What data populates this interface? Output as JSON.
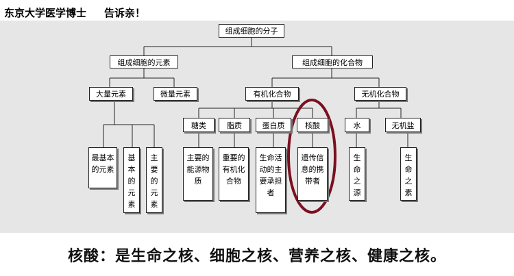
{
  "header": {
    "title": "东京大学医学博士",
    "subtitle": "告诉亲！"
  },
  "diagram": {
    "root": "组成细胞的分子",
    "level1": {
      "elements": "组成细胞的元素",
      "compounds": "组成细胞的化合物"
    },
    "level2": {
      "macro": "大量元素",
      "micro": "微量元素",
      "organic": "有机化合物",
      "inorganic": "无机化合物"
    },
    "level3": {
      "sugars": "糖类",
      "lipids": "脂质",
      "protein": "蛋白质",
      "nucleic": "核酸",
      "water": "水",
      "salts": "无机盐"
    },
    "leaves": {
      "most_basic": "最基本的元素",
      "basic": "基本的元素",
      "main": "主要的元素",
      "energy": "主要的能源物质",
      "important_organic": "重要的有机化合物",
      "life_activity": "生命活动的主要承担者",
      "genetic_carrier": "遗传信息的携带者",
      "source_of_life": "生命之源",
      "element_of_life": "生命之素"
    },
    "highlight_color": "#7a1020"
  },
  "footer": {
    "text": "核酸：是生命之核、细胞之核、营养之核、健康之核。"
  }
}
